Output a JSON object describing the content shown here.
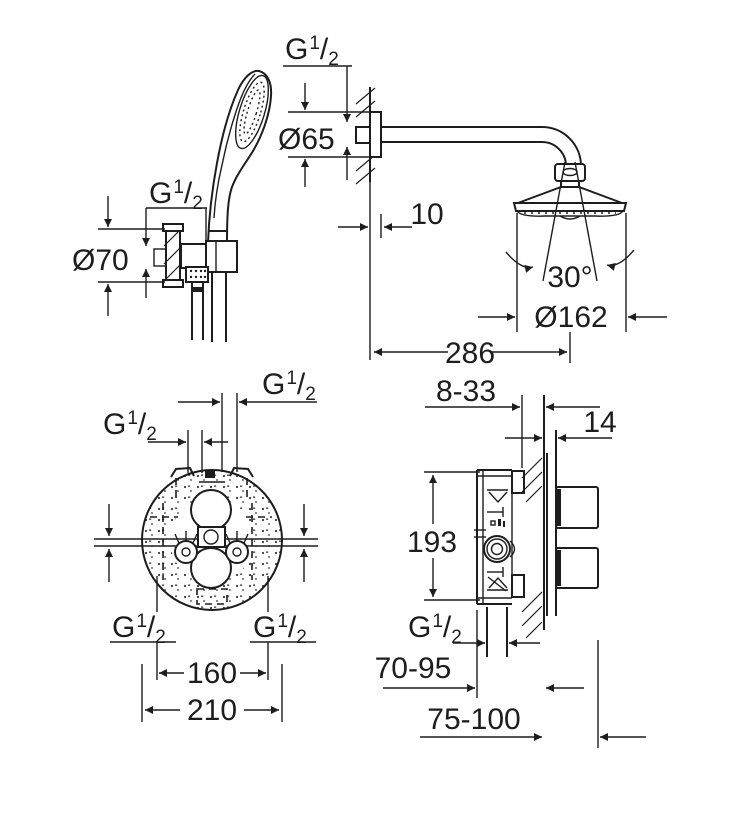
{
  "page": {
    "background": "#ffffff",
    "line_color": "#1d1d1d"
  },
  "thread_symbol": {
    "g": "G",
    "sup": "1",
    "slash": "/",
    "sub": "2"
  },
  "views": {
    "hand_shower_set": {
      "name": "hand shower with wall union and holder",
      "escutcheon_diameter": "Ø70"
    },
    "head_shower": {
      "name": "head shower with shower arm",
      "flange_diameter": "Ø65",
      "wall_offset": "10",
      "spray_angle": "30°",
      "head_diameter": "Ø162",
      "arm_reach": "286"
    },
    "valve_front": {
      "name": "concealed thermostat rough-in, front view",
      "port_spacing": "160",
      "plate_diameter": "210"
    },
    "valve_side": {
      "name": "concealed thermostat rough-in, side view",
      "install_depth_range": "8-33",
      "plate_thickness": "14",
      "body_height": "193",
      "depth_range_min": "70-95",
      "depth_range_max": "75-100"
    }
  }
}
